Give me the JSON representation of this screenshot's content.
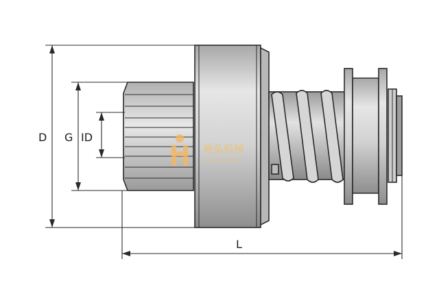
{
  "dimensions": {
    "d_label": "D",
    "g_label": "G",
    "id_label": "ID",
    "l_label": "L"
  },
  "watermark": {
    "text": "裕弘机械",
    "subtext": "YUHONG MACHINERY"
  },
  "colors": {
    "outline": "#2a2a2a",
    "body_light": "#e4e4e4",
    "body_mid": "#c8c8c8",
    "body_dark": "#9a9a9a",
    "watermark": "#f0c060"
  }
}
